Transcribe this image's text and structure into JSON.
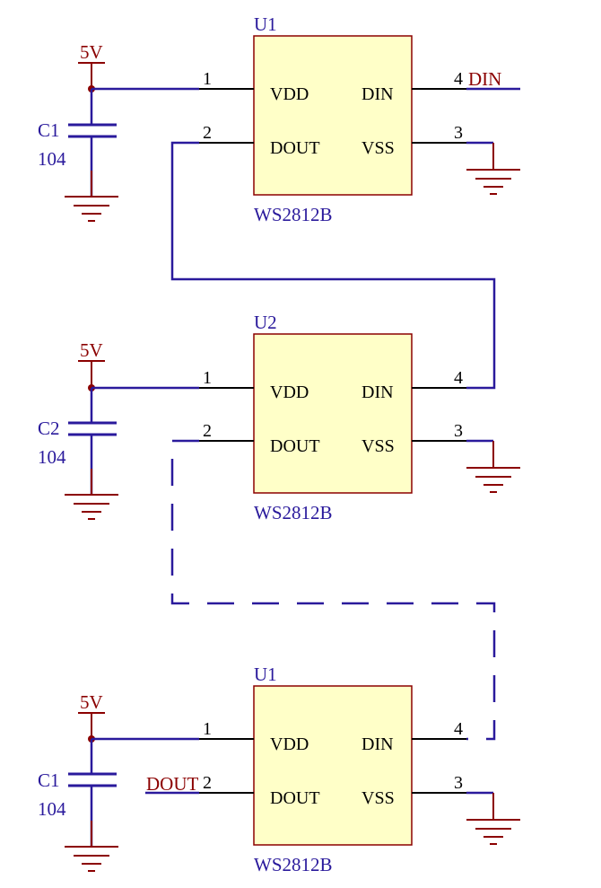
{
  "schematic": {
    "pin_names": {
      "vdd": "VDD",
      "din": "DIN",
      "dout": "DOUT",
      "vss": "VSS"
    },
    "pin_numbers": {
      "vdd": "1",
      "dout": "2",
      "vss": "3",
      "din": "4"
    },
    "power_label": "5V",
    "chips": [
      {
        "ref": "U1",
        "part": "WS2812B",
        "cap_ref": "C1",
        "cap_value": "104",
        "din_net": "DIN",
        "dout_net": ""
      },
      {
        "ref": "U2",
        "part": "WS2812B",
        "cap_ref": "C2",
        "cap_value": "104",
        "din_net": "",
        "dout_net": ""
      },
      {
        "ref": "U1",
        "part": "WS2812B",
        "cap_ref": "C1",
        "cap_value": "104",
        "din_net": "",
        "dout_net": "DOUT"
      }
    ]
  },
  "colors": {
    "wire": "#2a1a9c",
    "pin": "#000000",
    "power": "#8b0000",
    "chip_fill": "#ffffc8",
    "chip_border": "#8b0000"
  }
}
